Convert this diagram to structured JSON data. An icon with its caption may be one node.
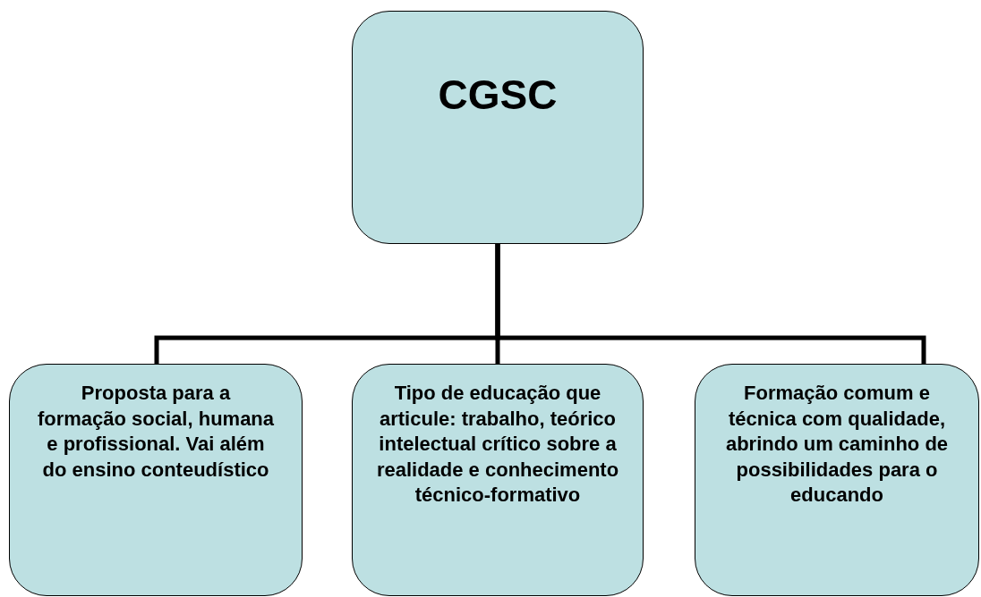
{
  "diagram": {
    "nodes": [
      {
        "text": [
          "CGSC"
        ]
      },
      {
        "text": [
          "Proposta para a formação social, humana e profissional. Vai além do ensino conteudístico"
        ]
      },
      {
        "text": [
          "Tipo de educação que articule: trabalho, teórico intelectual crítico sobre a realidade e conhecimento técnico-formativo"
        ]
      },
      {
        "text": [
          "Formação comum e técnica com qualidade, abrindo um caminho de possibilidades para o educando"
        ]
      }
    ],
    "edges": [
      {
        "from": 0,
        "to": 1,
        "arrow": "none"
      },
      {
        "from": 0,
        "to": 2,
        "arrow": "none"
      },
      {
        "from": 0,
        "to": 3,
        "arrow": "none"
      }
    ]
  }
}
